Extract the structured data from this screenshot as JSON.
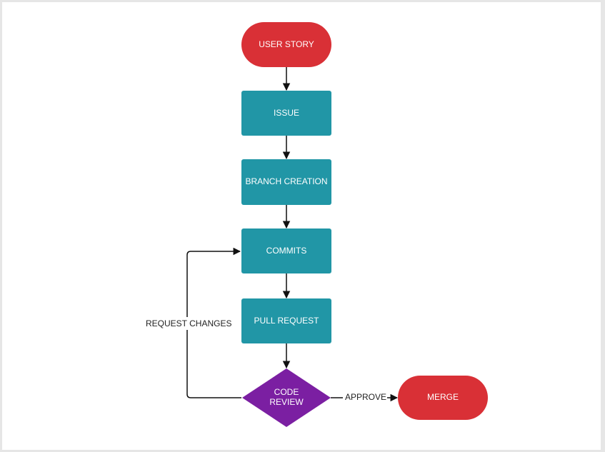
{
  "diagram": {
    "nodes": {
      "user_story": "USER STORY",
      "issue": "ISSUE",
      "branch_creation": "BRANCH CREATION",
      "commits": "COMMITS",
      "pull_request": "PULL REQUEST",
      "code_review_line1": "CODE",
      "code_review_line2": "REVIEW",
      "merge": "MERGE"
    },
    "edges": {
      "request_changes": "REQUEST CHANGES",
      "approve": "APPROVE"
    },
    "colors": {
      "terminal": "#d93036",
      "process": "#2196a6",
      "decision": "#7b1fa2",
      "connector": "#111111"
    }
  }
}
